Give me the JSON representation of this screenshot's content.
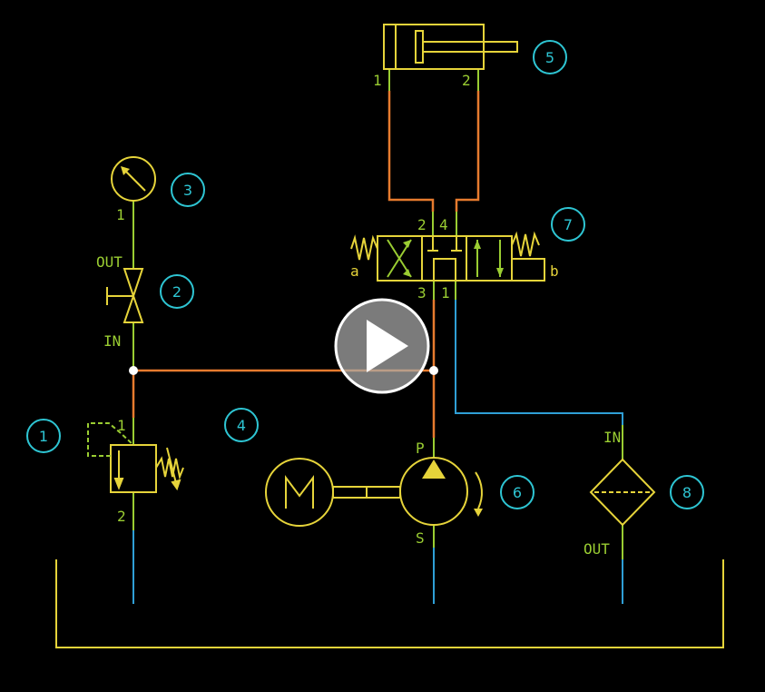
{
  "colors": {
    "background": "#000000",
    "component": "#e6d43a",
    "port_line": "#9acd32",
    "pressure_line": "#e67b2e",
    "return_line": "#2f9fd6",
    "callout": "#2ec5d3",
    "play_button": "#b8b8b8"
  },
  "callouts": {
    "c1": "1",
    "c2": "2",
    "c3": "3",
    "c4": "4",
    "c5": "5",
    "c6": "6",
    "c7": "7",
    "c8": "8"
  },
  "ports": {
    "cyl_1": "1",
    "cyl_2": "2",
    "gauge_1": "1",
    "valve_out": "OUT",
    "valve_in": "IN",
    "relief_1": "1",
    "relief_2": "2",
    "dir_2": "2",
    "dir_4": "4",
    "dir_3": "3",
    "dir_1": "1",
    "dir_a": "a",
    "dir_b": "b",
    "pump_p": "P",
    "pump_s": "S",
    "filter_in": "IN",
    "filter_out": "OUT"
  },
  "icons": {
    "play": "play-icon",
    "motor": "motor-icon",
    "pump": "pump-icon",
    "gauge": "pressure-gauge-icon",
    "cylinder": "cylinder-icon",
    "filter": "filter-icon",
    "relief_valve": "relief-valve-icon",
    "shutoff_valve": "shutoff-valve-icon",
    "directional_valve": "directional-valve-icon"
  }
}
